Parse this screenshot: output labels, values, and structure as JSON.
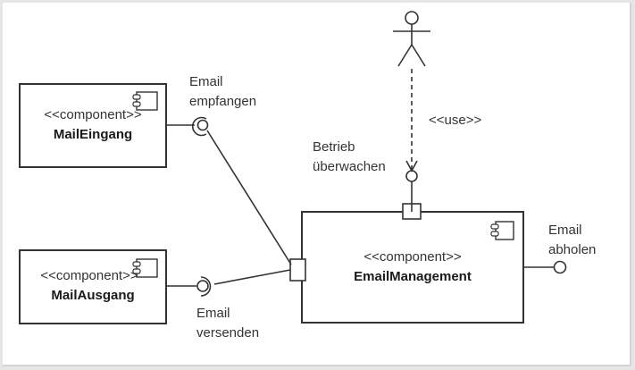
{
  "diagram": {
    "type": "uml-component-diagram",
    "components": [
      {
        "id": "mail-eingang",
        "stereotype": "<<component>>",
        "name": "MailEingang"
      },
      {
        "id": "mail-ausgang",
        "stereotype": "<<component>>",
        "name": "MailAusgang"
      },
      {
        "id": "email-management",
        "stereotype": "<<component>>",
        "name": "EmailManagement"
      }
    ],
    "interfaces": [
      {
        "id": "email-empfangen",
        "label_line1": "Email",
        "label_line2": "empfangen",
        "kind": "required"
      },
      {
        "id": "email-versenden",
        "label_line1": "Email",
        "label_line2": "versenden",
        "kind": "required"
      },
      {
        "id": "betrieb-ueberwachen",
        "label_line1": "Betrieb",
        "label_line2": "überwachen",
        "kind": "provided"
      },
      {
        "id": "email-abholen",
        "label_line1": "Email",
        "label_line2": "abholen",
        "kind": "provided"
      }
    ],
    "actor": {
      "id": "operator",
      "icon": "stick-figure-actor"
    },
    "dependencies": [
      {
        "from": "operator",
        "to": "betrieb-ueberwachen",
        "label": "<<use>>",
        "style": "dashed"
      }
    ],
    "connections": [
      {
        "from": "mail-eingang",
        "to": "email-management",
        "via": "email-empfangen"
      },
      {
        "from": "mail-ausgang",
        "to": "email-management",
        "via": "email-versenden"
      }
    ],
    "colors": {
      "line": "#333333",
      "background": "#ffffff",
      "frame": "#e6e6e6"
    }
  }
}
